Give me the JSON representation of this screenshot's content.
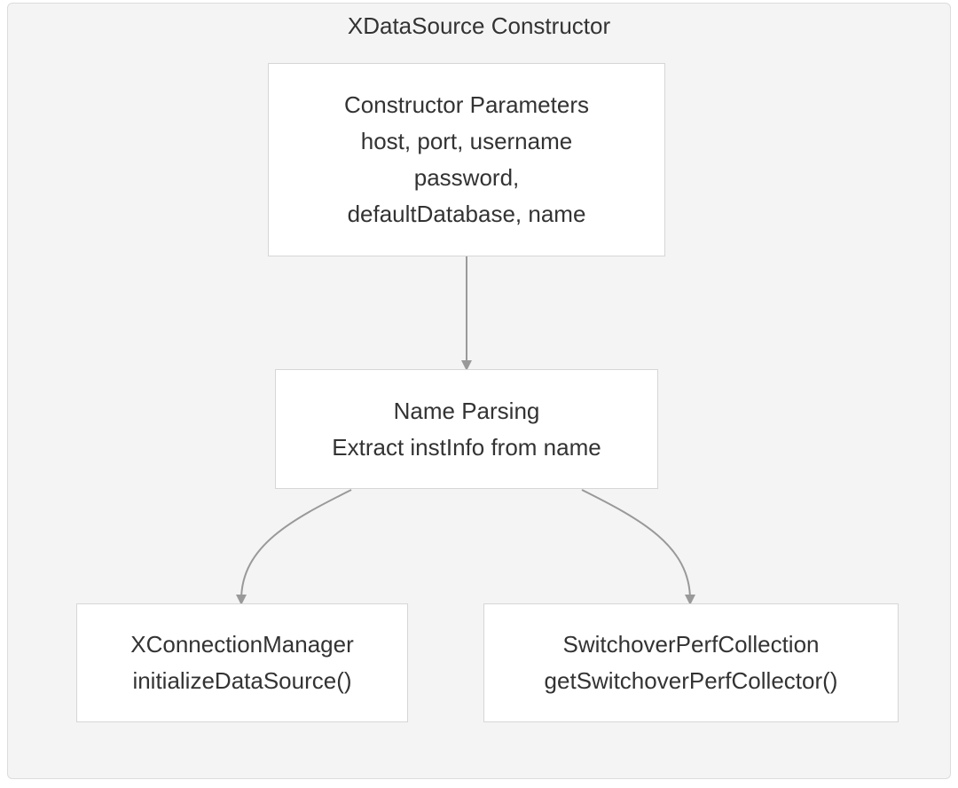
{
  "diagram": {
    "title": "XDataSource Constructor",
    "nodes": {
      "params": {
        "lines": [
          "Constructor Parameters",
          "host, port, username",
          "password,",
          "defaultDatabase, name"
        ]
      },
      "parsing": {
        "lines": [
          "Name Parsing",
          "Extract instInfo from name"
        ]
      },
      "manager": {
        "lines": [
          "XConnectionManager",
          "initializeDataSource()"
        ]
      },
      "switchover": {
        "lines": [
          "SwitchoverPerfCollection",
          "getSwitchoverPerfCollector()"
        ]
      }
    },
    "edges": [
      {
        "from": "params",
        "to": "parsing"
      },
      {
        "from": "parsing",
        "to": "manager"
      },
      {
        "from": "parsing",
        "to": "switchover"
      }
    ],
    "colors": {
      "background": "#f4f4f4",
      "node_fill": "#ffffff",
      "node_border": "#d6d6d6",
      "edge": "#999999",
      "text": "#333333"
    }
  }
}
